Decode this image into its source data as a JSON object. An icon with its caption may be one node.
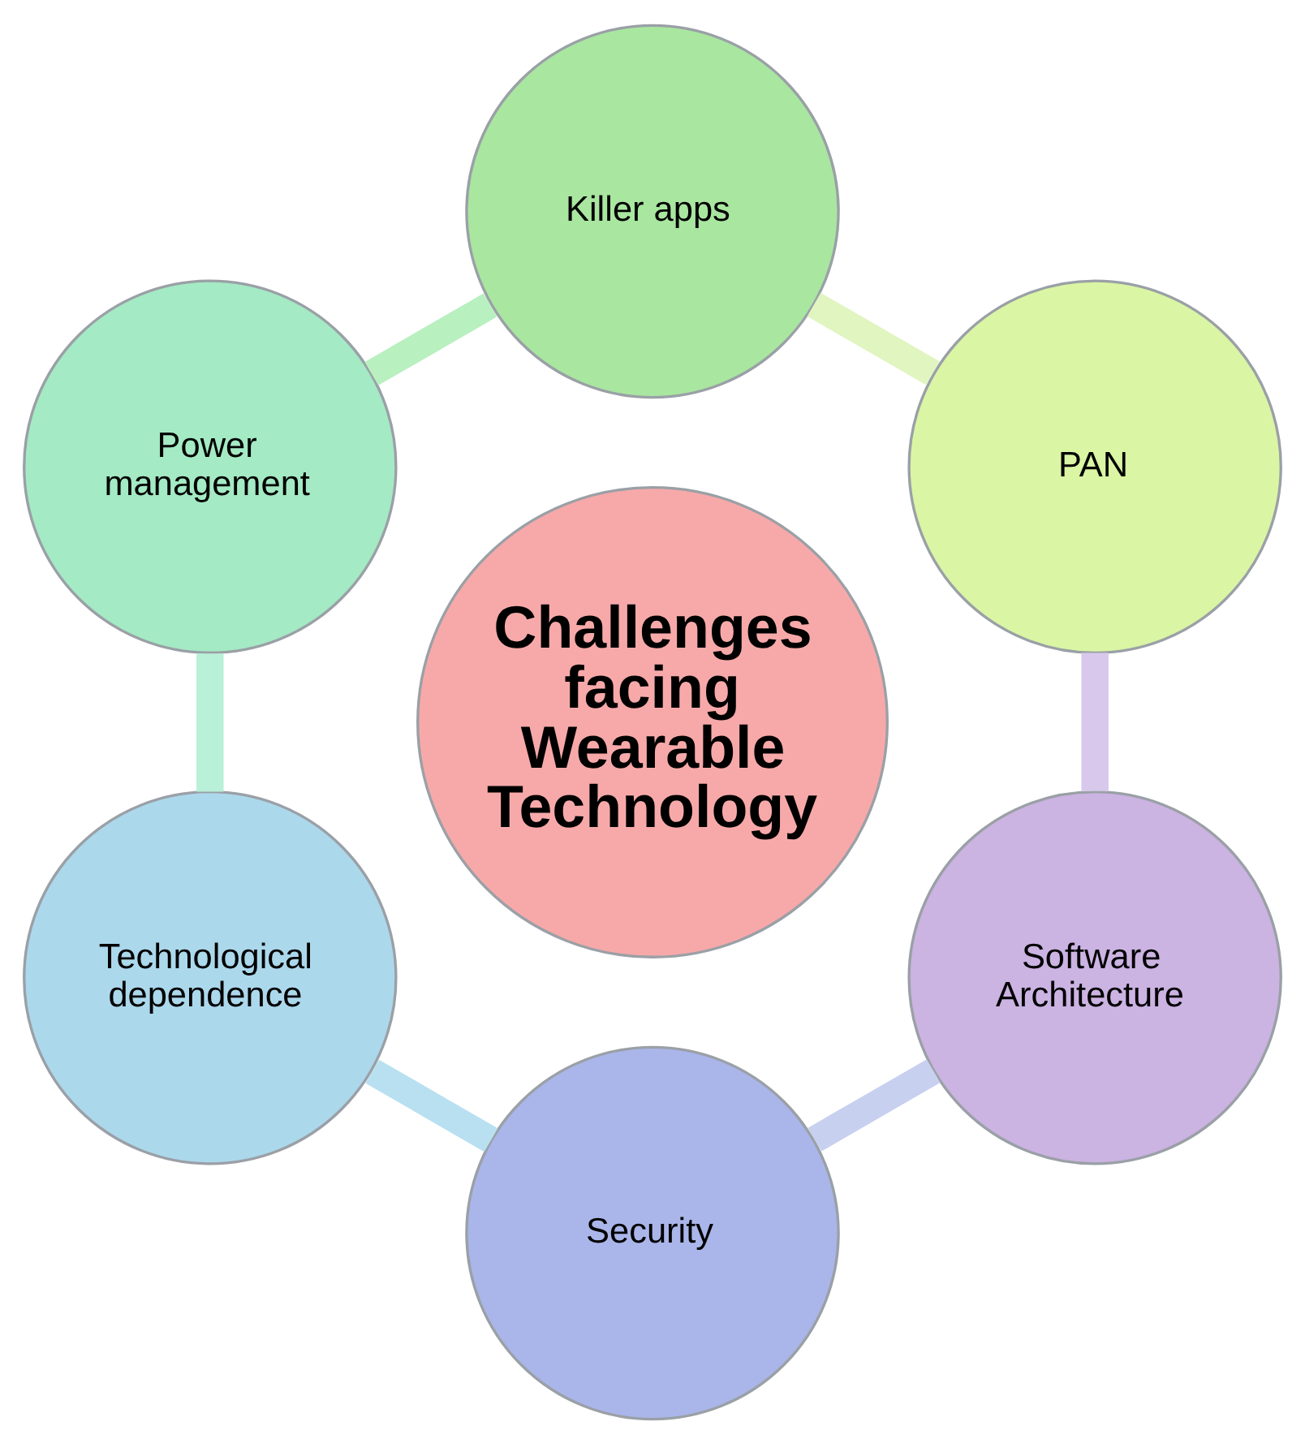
{
  "diagram": {
    "nodes": [
      {
        "text": [
          "Challenges facing Wearable Technology"
        ]
      },
      {
        "text": [
          "PAN"
        ]
      },
      {
        "text": [
          "Killer apps"
        ]
      },
      {
        "text": [
          "Power management"
        ]
      },
      {
        "text": [
          "Technological dependence"
        ]
      },
      {
        "text": [
          "Security"
        ]
      },
      {
        "text": [
          "Software Architecture"
        ]
      }
    ],
    "edges": [
      {
        "from": 1,
        "to": 2,
        "arrow": "none",
        "color": "#e0f5c0"
      },
      {
        "from": 2,
        "to": 3,
        "arrow": "none",
        "color": "#b8f0c0"
      },
      {
        "from": 3,
        "to": 4,
        "arrow": "none",
        "color": "#b8f0d8"
      },
      {
        "from": 4,
        "to": 5,
        "arrow": "none",
        "color": "#b8e0f0"
      },
      {
        "from": 5,
        "to": 6,
        "arrow": "none",
        "color": "#c8d0f0"
      },
      {
        "from": 6,
        "to": 1,
        "arrow": "none",
        "color": "#d8c8ec"
      }
    ]
  }
}
